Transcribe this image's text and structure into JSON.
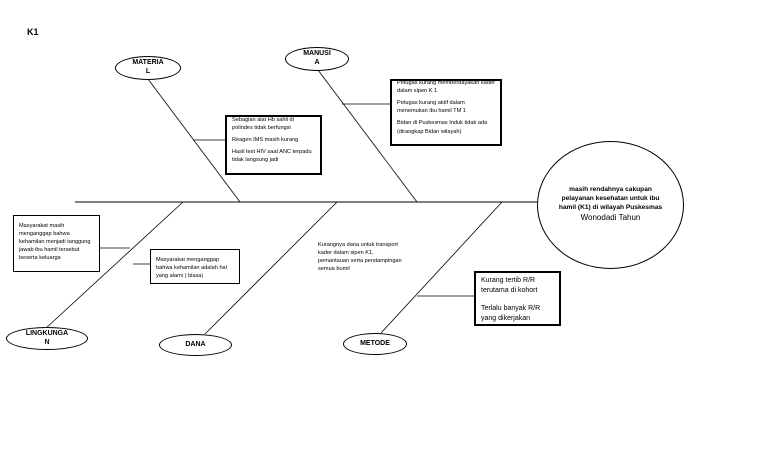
{
  "title": "K1",
  "categories": {
    "material": "MATERIA\nL",
    "manusia": "MANUSI\nA",
    "lingkungan": "LINGKUNGA\nN",
    "dana": "DANA",
    "metode": "METODE"
  },
  "effect": {
    "line1": "masih rendahnya cakupan pelayanan kesehatan untuk ibu hamil (K1) di wilayah Puskesmas",
    "line2": "Wonodadi Tahun"
  },
  "causes": {
    "material": [
      "Sebagian alat Hb sahli di polindes tidak berfungsi",
      "Reagen IMS masih kurang",
      "Hasil test HIV saat ANC terpadu tidak langsung jadi"
    ],
    "manusia": [
      "Petugas kurang memberdayakan kader dalam sipen K 1",
      "Petugas kurang aktif dalam menemukan ibu hamil TM 1",
      "Bidan di Puskesmas Induk tidak ada (dirangkap Bidan wilayah)"
    ],
    "lingkungan_1": [
      "Masyarakat masih menganggap bahwa kehamilan menjadi tanggung jawab ibu hamil tersebut beserta keluarga"
    ],
    "lingkungan_2": [
      "Masyarakat menganggap bahwa kehamilan adalah hal yang alami ( biasa)"
    ],
    "dana": [
      "Kurangnya dana untuk transport kader dalam sipen K1, pemantauan serta pendampingan semua bumil"
    ],
    "metode": [
      "Kurang tertib R/R terutama di kohort",
      "Terlalu banyak R/R yang dikerjakan"
    ]
  }
}
